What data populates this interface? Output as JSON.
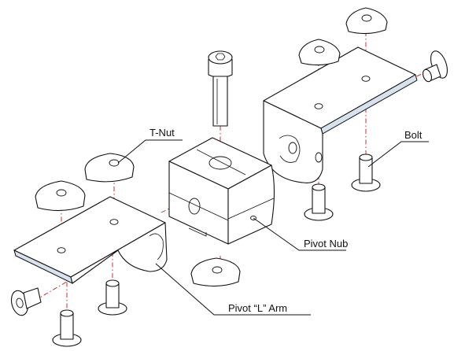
{
  "colors": {
    "line": "#111111",
    "center_axis": "#d01818",
    "metal_shade": "#d8e2ee",
    "background": "#ffffff"
  },
  "labels": {
    "t_nut": "T-Nut",
    "bolt": "Bolt",
    "pivot_nub": "Pivot Nub",
    "pivot_l_arm": "Pivot “L” Arm"
  }
}
